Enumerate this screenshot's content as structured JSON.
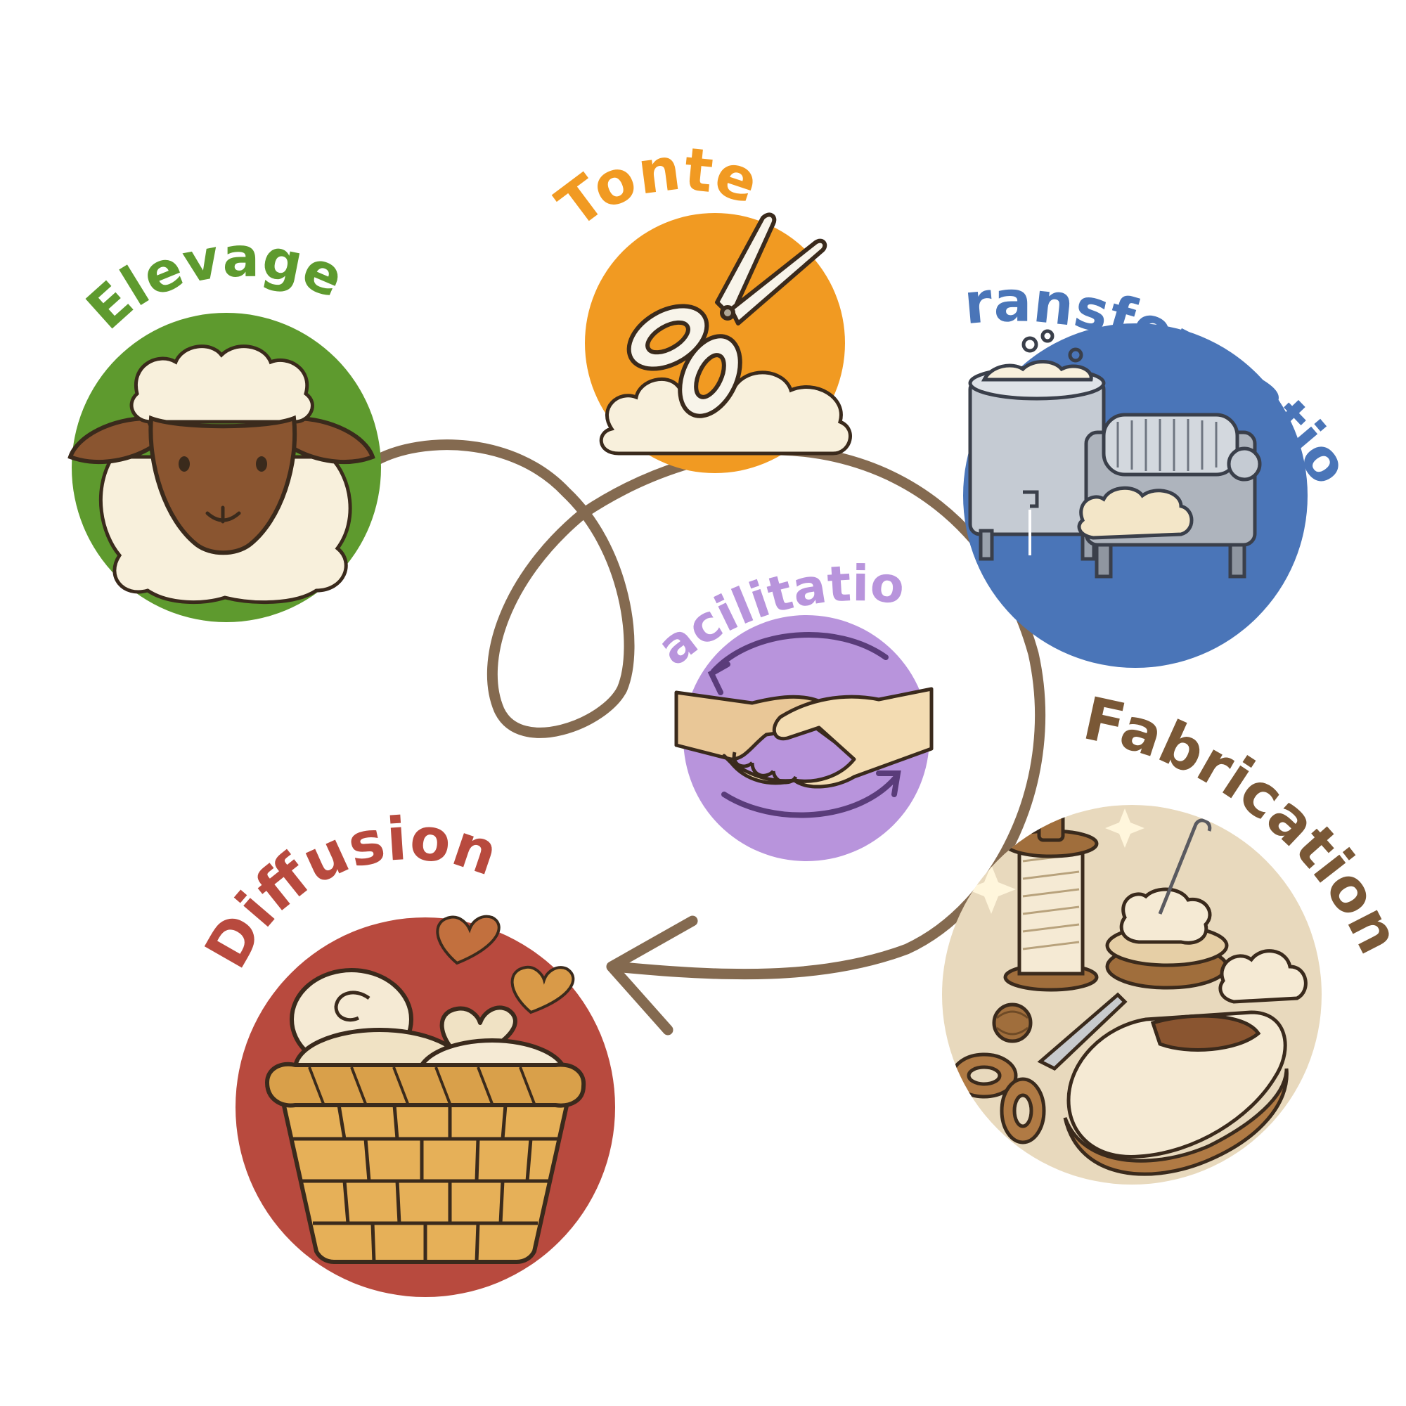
{
  "stages": {
    "elevage": {
      "label": "Elevage",
      "color": "#5e9a2e",
      "icon": "sheep-icon"
    },
    "tonte": {
      "label": "Tonte",
      "color": "#f19a22",
      "icon": "scissors-icon"
    },
    "transformation": {
      "label": "Transformation",
      "color": "#4a75b8",
      "icon": "wool-processing-machine-icon"
    },
    "fabrication": {
      "label": "Fabrication",
      "color": "#7a5836",
      "icon": "sewing-crafts-slipper-icon"
    },
    "diffusion": {
      "label": "Diffusion",
      "color": "#b84a3e",
      "icon": "basket-hearts-icon"
    },
    "facilitation": {
      "label": "Facilitation",
      "color": "#b894dc",
      "icon": "handshake-icon"
    }
  },
  "connector": {
    "color": "#846a50"
  }
}
